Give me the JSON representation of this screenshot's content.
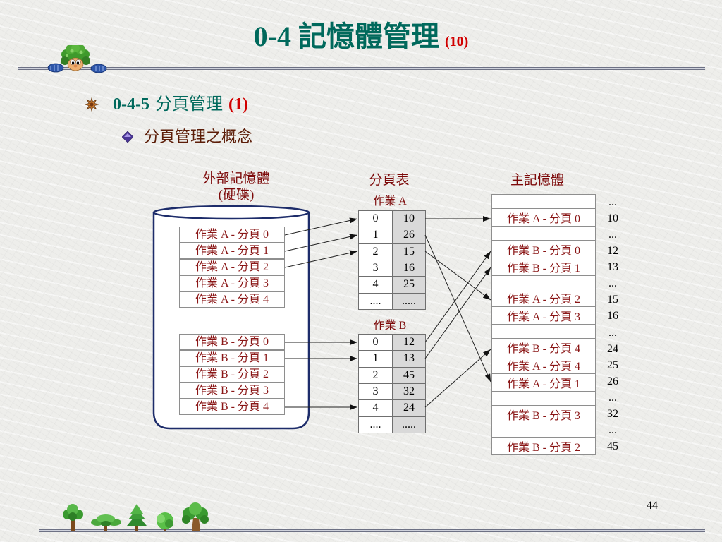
{
  "slide": {
    "title": "0-4 記憶體管理",
    "title_suffix": "(10)",
    "page_number": "44"
  },
  "outline": {
    "level1": {
      "number": "0-4-5",
      "title": "分頁管理",
      "suffix": "(1)",
      "icon": "starburst-bullet-icon"
    },
    "level2": {
      "text": "分頁管理之概念",
      "icon": "diamond-bullet-icon"
    }
  },
  "diagram": {
    "disk": {
      "label": "外部記憶體",
      "sublabel": "(硬碟)",
      "job_a_pages": [
        "作業 A - 分頁 0",
        "作業 A - 分頁 1",
        "作業 A - 分頁 2",
        "作業 A - 分頁 3",
        "作業 A - 分頁 4"
      ],
      "job_b_pages": [
        "作業 B - 分頁 0",
        "作業 B - 分頁 1",
        "作業 B - 分頁 2",
        "作業 B - 分頁 3",
        "作業 B - 分頁 4"
      ]
    },
    "page_table": {
      "label": "分頁表",
      "job_a": {
        "title": "作業 A",
        "rows": [
          {
            "page": "0",
            "frame": "10"
          },
          {
            "page": "1",
            "frame": "26"
          },
          {
            "page": "2",
            "frame": "15"
          },
          {
            "page": "3",
            "frame": "16"
          },
          {
            "page": "4",
            "frame": "25"
          },
          {
            "page": "....",
            "frame": "....."
          }
        ]
      },
      "job_b": {
        "title": "作業 B",
        "rows": [
          {
            "page": "0",
            "frame": "12"
          },
          {
            "page": "1",
            "frame": "13"
          },
          {
            "page": "2",
            "frame": "45"
          },
          {
            "page": "3",
            "frame": "32"
          },
          {
            "page": "4",
            "frame": "24"
          },
          {
            "page": "....",
            "frame": "....."
          }
        ]
      }
    },
    "main_memory": {
      "label": "主記憶體",
      "rows": [
        {
          "content": "",
          "address": "..."
        },
        {
          "content": "作業 A - 分頁 0",
          "address": "10"
        },
        {
          "content": "",
          "address": "..."
        },
        {
          "content": "作業 B - 分頁 0",
          "address": "12"
        },
        {
          "content": "作業 B - 分頁 1",
          "address": "13"
        },
        {
          "content": "",
          "address": "..."
        },
        {
          "content": "作業 A - 分頁 2",
          "address": "15"
        },
        {
          "content": "作業 A - 分頁 3",
          "address": "16"
        },
        {
          "content": "",
          "address": "..."
        },
        {
          "content": "作業 B - 分頁 4",
          "address": "24"
        },
        {
          "content": "作業 A - 分頁 4",
          "address": "25"
        },
        {
          "content": "作業 A - 分頁 1",
          "address": "26"
        },
        {
          "content": "",
          "address": "..."
        },
        {
          "content": "作業 B - 分頁 3",
          "address": "32"
        },
        {
          "content": "",
          "address": "..."
        },
        {
          "content": "作業 B - 分頁 2",
          "address": "45"
        }
      ]
    }
  },
  "decorations": {
    "header_icon": "green-haired-mascot-icon",
    "footer_icon": "tree-row-icon"
  },
  "colors": {
    "title": "#00695c",
    "accent_red": "#d10000",
    "diagram_label": "#7d0a0a",
    "subbullet_text": "#5c1d08",
    "cylinder_stroke": "#1d2c6a",
    "frame_cell_fill": "#d9d9d9",
    "box_text": "#8a1616"
  }
}
